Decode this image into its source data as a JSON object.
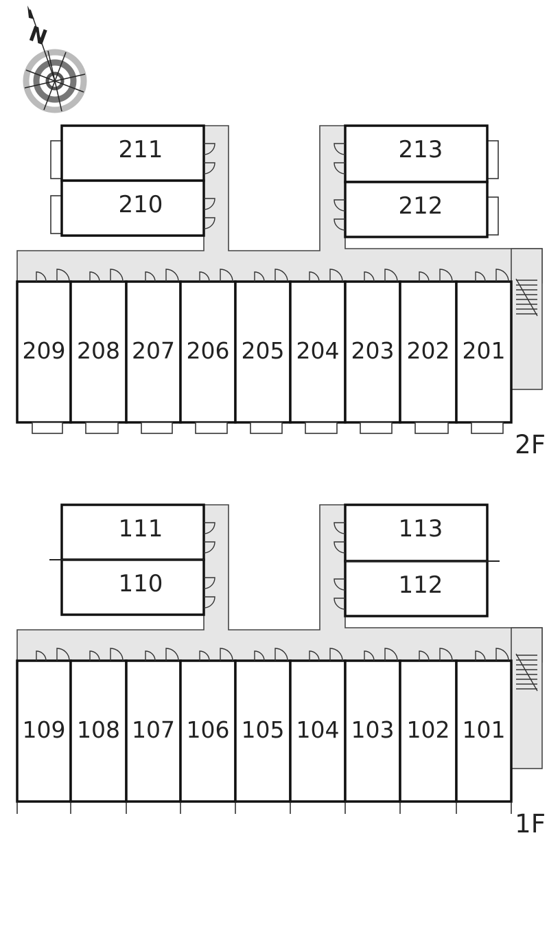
{
  "compass": {
    "label": "N"
  },
  "floors": [
    {
      "id": "2F",
      "label": "2F",
      "top_units_left": [
        "211",
        "210"
      ],
      "top_units_right": [
        "213",
        "212"
      ],
      "row_units": [
        "209",
        "208",
        "207",
        "206",
        "205",
        "204",
        "203",
        "202",
        "201"
      ]
    },
    {
      "id": "1F",
      "label": "1F",
      "top_units_left": [
        "111",
        "110"
      ],
      "top_units_right": [
        "113",
        "112"
      ],
      "row_units": [
        "109",
        "108",
        "107",
        "106",
        "105",
        "104",
        "103",
        "102",
        "101"
      ]
    }
  ]
}
